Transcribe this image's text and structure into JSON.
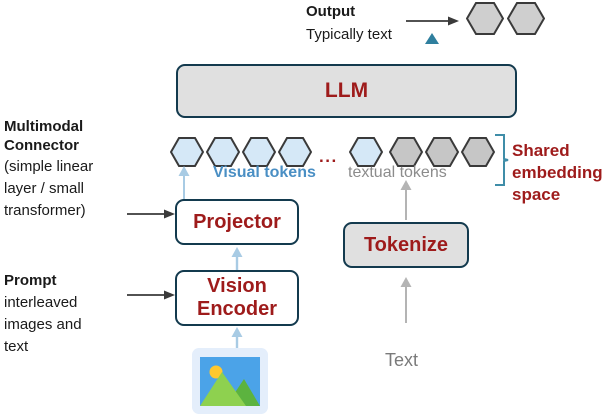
{
  "diagram": {
    "title_hidden": "Multimodal LLM architecture diagram",
    "output": {
      "label": "Output",
      "sublabel": "Typically text",
      "arrow_icon": "right-arrow-icon",
      "caret_icon": "up-triangle-icon",
      "hex_count": 2,
      "hex_color": "#cfcfcf",
      "hex_border": "#3a3a3a"
    },
    "llm": {
      "label": "LLM",
      "fill": "#e0e0e0",
      "border": "#133a4e",
      "text_color": "#9e1b1b"
    },
    "connector": {
      "title_line1": "Multimodal",
      "title_line2": "Connector",
      "detail_line1": "(simple linear",
      "detail_line2": "layer / small",
      "detail_line3": "transformer)"
    },
    "prompt": {
      "title": "Prompt",
      "detail_line1": "interleaved",
      "detail_line2": "images and",
      "detail_line3": "text"
    },
    "tokens": {
      "visual_label": "Visual tokens",
      "visual_label_color": "#4a8fc4",
      "textual_label": "textual tokens",
      "textual_label_color": "#8c8c8c",
      "ellipsis": "...",
      "ellipsis_color": "#9e1b1b",
      "visual_hex_count": 5,
      "visual_hex_fill": "#d5e8f7",
      "textual_hex_count": 3,
      "textual_hex_fill": "#c6c6c6",
      "hex_border": "#3a3a3a"
    },
    "shared": {
      "line1": "Shared",
      "line2": "embedding",
      "line3": "space",
      "color": "#9e1b1b",
      "bracket_color": "#3f8da8"
    },
    "projector": {
      "label": "Projector",
      "fill": "#ffffff",
      "border": "#133a4e",
      "text_color": "#9e1b1b"
    },
    "vision_encoder": {
      "label_line1": "Vision",
      "label_line2": "Encoder",
      "fill": "#ffffff",
      "border": "#133a4e",
      "text_color": "#9e1b1b"
    },
    "tokenize": {
      "label": "Tokenize",
      "fill": "#e0e0e0",
      "border": "#133a4e",
      "text_color": "#9e1b1b"
    },
    "text_input": {
      "label": "Text",
      "color": "#8c8c8c",
      "arrow_icon": "up-arrow-icon"
    },
    "image_input": {
      "icon_name": "picture-icon",
      "frame_color": "#e4eefb",
      "sky_color": "#4ba3e8",
      "sun_color": "#ffc82e",
      "mountain_color": "#8ed14f",
      "mountain_dark_color": "#5cb33f"
    }
  }
}
